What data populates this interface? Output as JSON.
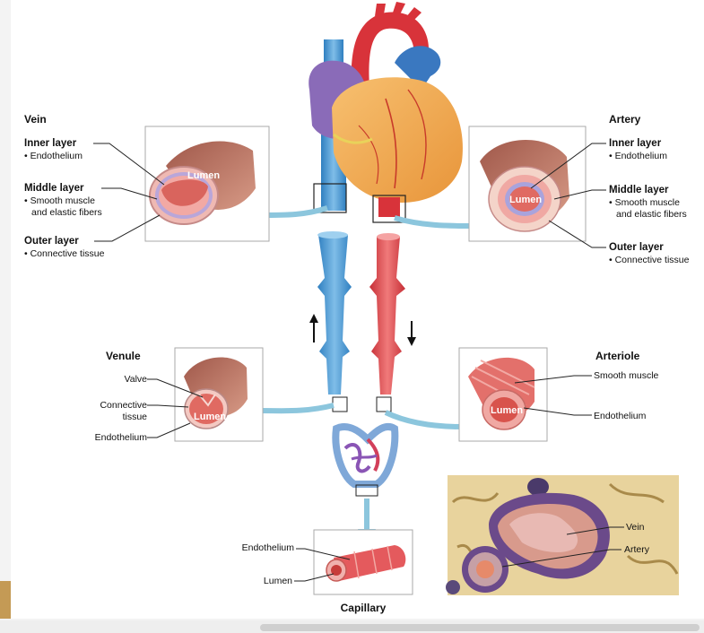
{
  "vein": {
    "title": "Vein",
    "inner": "Inner layer",
    "inner_sub": "• Endothelium",
    "middle": "Middle layer",
    "middle_sub1": "• Smooth muscle",
    "middle_sub2": "and elastic fibers",
    "outer": "Outer layer",
    "outer_sub": "• Connective tissue",
    "lumen": "Lumen"
  },
  "artery": {
    "title": "Artery",
    "inner": "Inner layer",
    "inner_sub": "• Endothelium",
    "middle": "Middle layer",
    "middle_sub1": "• Smooth muscle",
    "middle_sub2": "and elastic fibers",
    "outer": "Outer layer",
    "outer_sub": "• Connective tissue",
    "lumen": "Lumen"
  },
  "venule": {
    "title": "Venule",
    "valve": "Valve",
    "connective1": "Connective",
    "connective2": "tissue",
    "endothelium": "Endothelium",
    "lumen": "Lumen"
  },
  "arteriole": {
    "title": "Arteriole",
    "smooth_muscle": "Smooth muscle",
    "endothelium": "Endothelium",
    "lumen": "Lumen"
  },
  "capillary": {
    "title": "Capillary",
    "endothelium": "Endothelium",
    "lumen": "Lumen"
  },
  "micrograph": {
    "vein": "Vein",
    "artery": "Artery"
  },
  "colors": {
    "vein_blue": "#4a9ad6",
    "artery_red": "#e0474c",
    "arrow": "#8cc6dd"
  }
}
